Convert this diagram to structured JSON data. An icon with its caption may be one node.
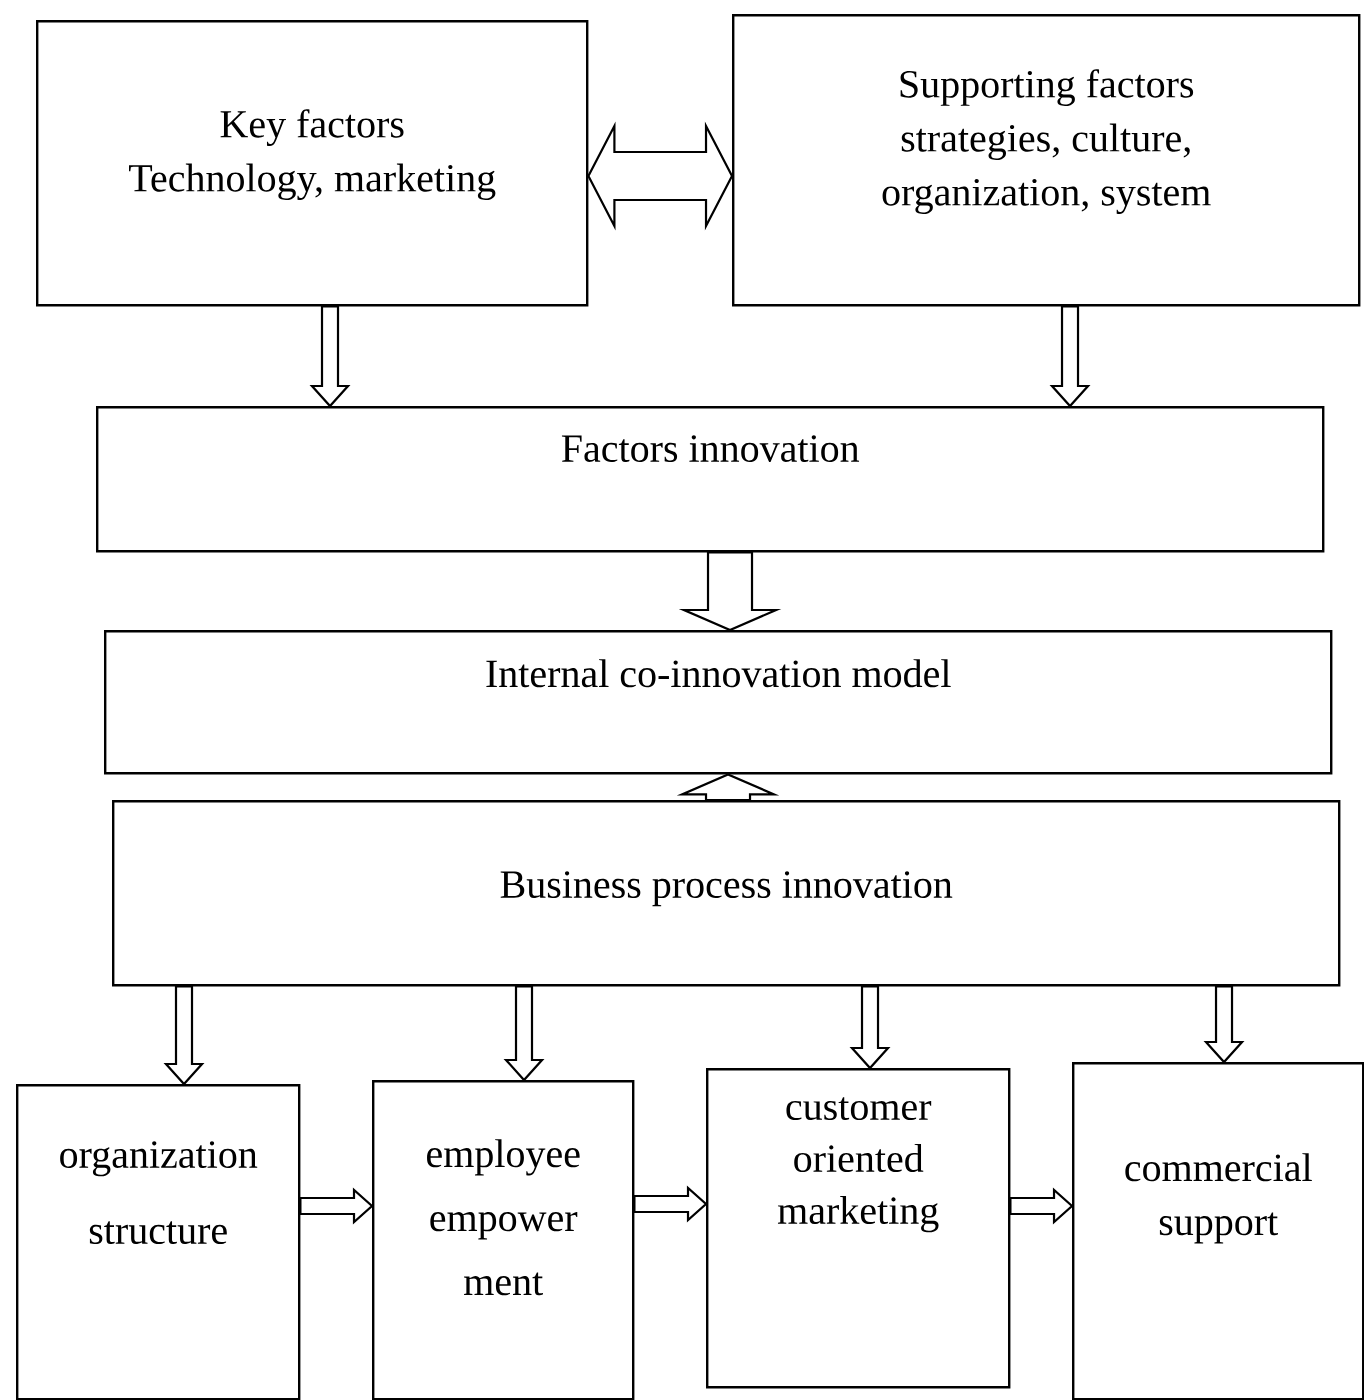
{
  "diagram": {
    "nodes": [
      {
        "text": [
          "Key factors",
          "Technology, marketing"
        ]
      },
      {
        "text": [
          "Supporting factors",
          "strategies, culture, organization, system"
        ]
      },
      {
        "text": [
          "Factors innovation"
        ]
      },
      {
        "text": [
          "Internal co-innovation model"
        ]
      },
      {
        "text": [
          "Business process innovation"
        ]
      },
      {
        "text": [
          "organization structure"
        ]
      },
      {
        "text": [
          "employee empower ment"
        ]
      },
      {
        "text": [
          "customer oriented marketing"
        ]
      },
      {
        "text": [
          "commercial support"
        ]
      }
    ],
    "edges": [
      {
        "from": 0,
        "to": 1,
        "arrow": "both"
      },
      {
        "from": 0,
        "to": 2,
        "arrow": "to"
      },
      {
        "from": 1,
        "to": 2,
        "arrow": "to"
      },
      {
        "from": 2,
        "to": 3,
        "arrow": "to"
      },
      {
        "from": 4,
        "to": 3,
        "arrow": "to"
      },
      {
        "from": 4,
        "to": 5,
        "arrow": "to"
      },
      {
        "from": 4,
        "to": 6,
        "arrow": "to"
      },
      {
        "from": 4,
        "to": 7,
        "arrow": "to"
      },
      {
        "from": 4,
        "to": 8,
        "arrow": "to"
      },
      {
        "from": 5,
        "to": 6,
        "arrow": "to"
      },
      {
        "from": 6,
        "to": 7,
        "arrow": "to"
      },
      {
        "from": 7,
        "to": 8,
        "arrow": "to"
      }
    ]
  }
}
